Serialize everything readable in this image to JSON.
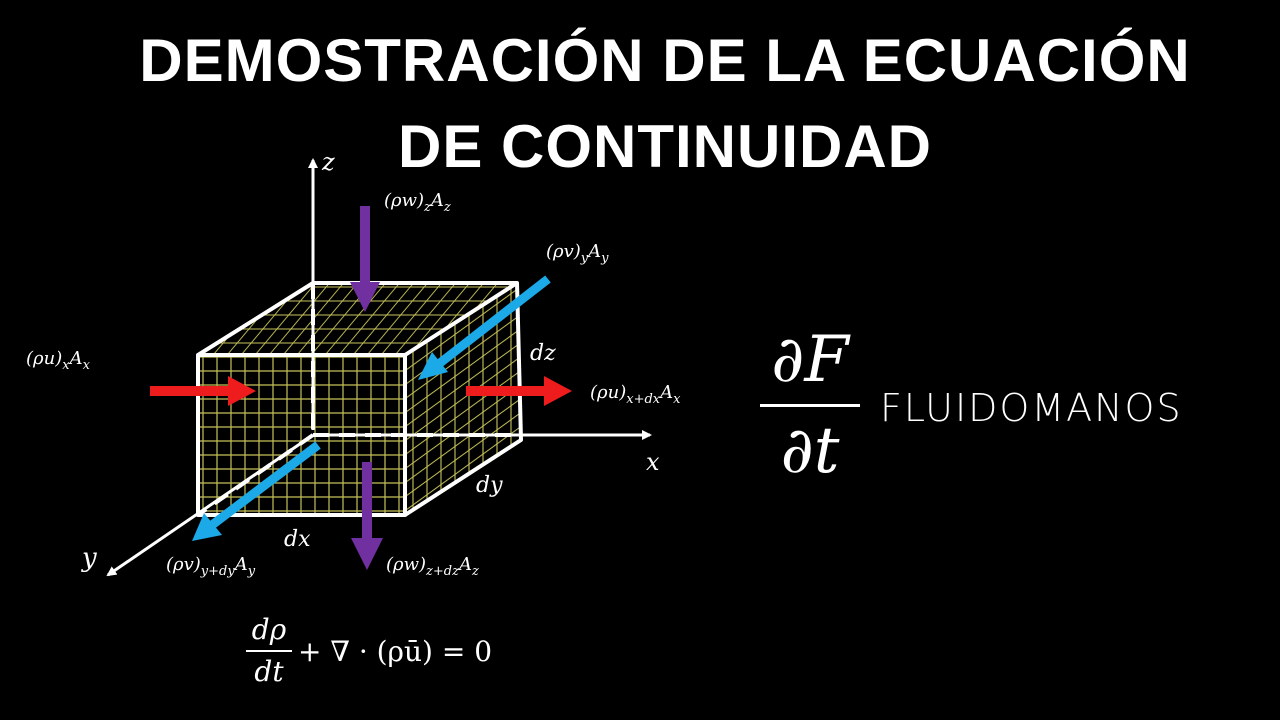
{
  "title": {
    "line1": "DEMOSTRACIÓN DE LA ECUACIÓN",
    "line2": "DE CONTINUIDAD"
  },
  "axes": {
    "x": "x",
    "y": "y",
    "z": "z"
  },
  "dimensions": {
    "dx": "dx",
    "dy": "dy",
    "dz": "dz"
  },
  "flux_labels": {
    "w_in": {
      "base": "(ρw)",
      "sub1": "z",
      "A": "A",
      "sub2": "z"
    },
    "v_in": {
      "base": "(ρv)",
      "sub1": "y",
      "A": "A",
      "sub2": "y"
    },
    "u_in": {
      "base": "(ρu)",
      "sub1": "x",
      "A": "A",
      "sub2": "x"
    },
    "u_out": {
      "base": "(ρu)",
      "sub1": "x+dx",
      "A": "A",
      "sub2": "x"
    },
    "v_out": {
      "base": "(ρv)",
      "sub1": "y+dy",
      "A": "A",
      "sub2": "y"
    },
    "w_out": {
      "base": "(ρw)",
      "sub1": "z+dz",
      "A": "A",
      "sub2": "z"
    }
  },
  "logo": {
    "numerator": "∂F",
    "denominator": "∂t",
    "brand": "FLUIDOMANOS"
  },
  "equation": {
    "numerator": "dρ",
    "denominator": "dt",
    "rest": "+ ∇ · (ρū) = 0"
  },
  "colors": {
    "background": "#000000",
    "text": "#ffffff",
    "hatch": "#e8e36a",
    "arrow_x": "#ee1c1c",
    "arrow_y": "#1ba9e8",
    "arrow_z": "#7030a0"
  }
}
